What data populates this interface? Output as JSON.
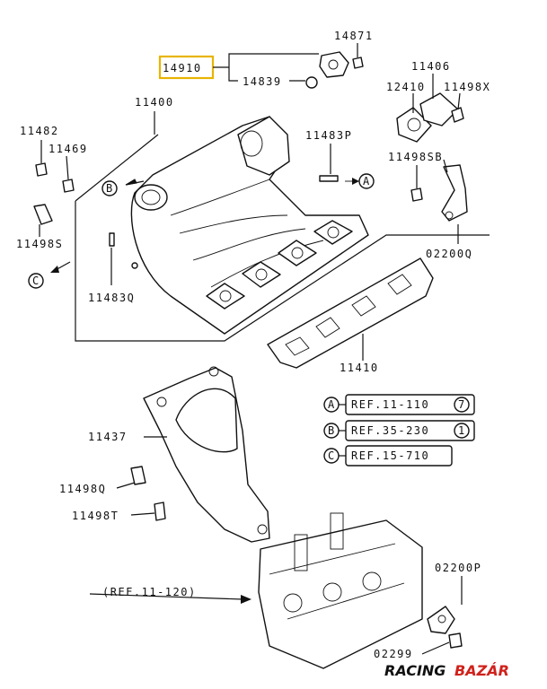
{
  "part_labels": {
    "p14871": "14871",
    "p14910": "14910",
    "p14839": "14839",
    "p11406": "11406",
    "p12410": "12410",
    "p11498X": "11498X",
    "p11400": "11400",
    "p11482": "11482",
    "p11469": "11469",
    "p11483P": "11483P",
    "p11498SB": "11498SB",
    "p11498S": "11498S",
    "p02200Q": "02200Q",
    "p11483Q": "11483Q",
    "p11410": "11410",
    "p11437": "11437",
    "p11498Q": "11498Q",
    "p11498T": "11498T",
    "p02200P": "02200P",
    "p02299": "02299"
  },
  "callout_markers": {
    "a": "A",
    "b": "B",
    "c": "C"
  },
  "references": [
    {
      "marker": "A",
      "text": "REF.11-110",
      "circled": "7"
    },
    {
      "marker": "B",
      "text": "REF.35-230",
      "circled": "1"
    },
    {
      "marker": "C",
      "text": "REF.15-710",
      "circled": ""
    }
  ],
  "engine_ref": "(REF.11-120)",
  "highlight_color": "#e8b400",
  "watermark": {
    "part1": "RACING",
    "part2": "BAZÁR",
    "color1": "#111111",
    "color2": "#d0211b"
  }
}
